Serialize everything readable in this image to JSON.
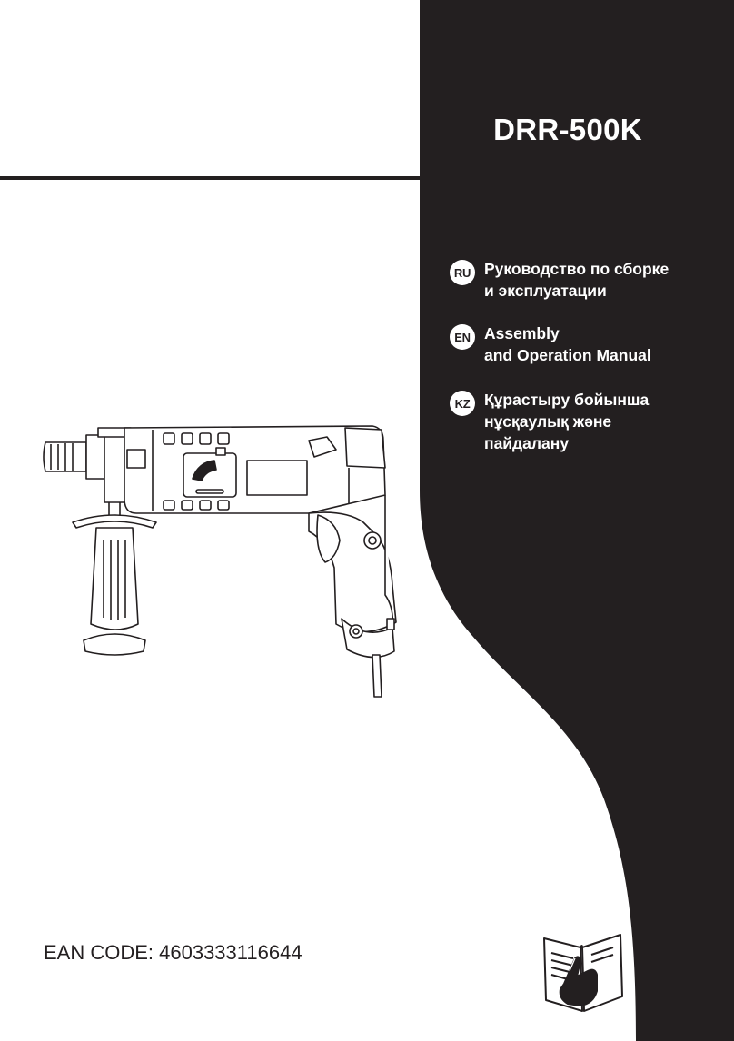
{
  "model": "DRR-500K",
  "languages": [
    {
      "code": "RU",
      "lines": [
        "Руководство по сборке",
        "и эксплуатации"
      ]
    },
    {
      "code": "EN",
      "lines": [
        "Assembly",
        "and Operation Manual"
      ]
    },
    {
      "code": "KZ",
      "lines": [
        "Құрастыру бойынша",
        "нұсқаулық және",
        "пайдалану"
      ]
    }
  ],
  "ean_code": "EAN CODE: 4603333116644",
  "colors": {
    "panel": "#231f20",
    "text_on_panel": "#ffffff",
    "background": "#ffffff"
  },
  "icons": [
    "rotary-hammer-drill-illustration",
    "read-manual-icon"
  ]
}
